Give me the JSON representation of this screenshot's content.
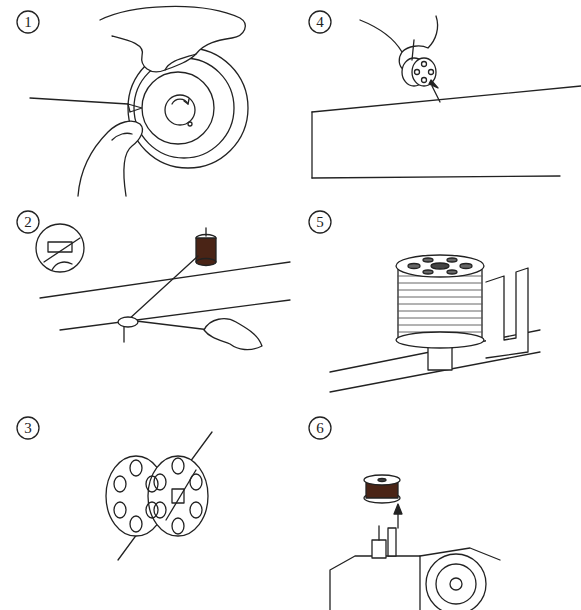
{
  "diagram": {
    "labels": [
      "1",
      "4",
      "2",
      "5",
      "3",
      "6"
    ]
  }
}
